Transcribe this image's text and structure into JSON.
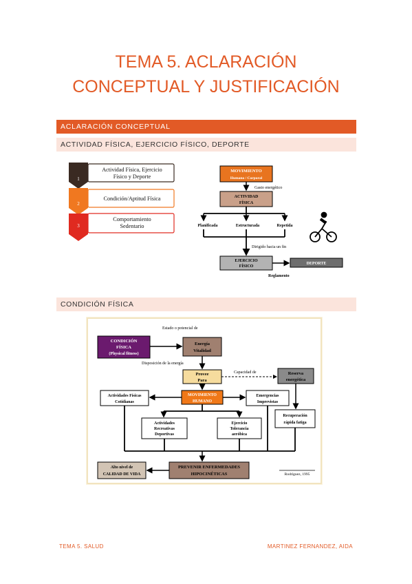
{
  "page": {
    "title_line1": "TEMA 5. ACLARACIÓN",
    "title_line2": "CONCEPTUAL Y JUSTIFICACIÓN",
    "section1": "ACLARACIÓN CONCEPTUAL",
    "section1_sub": "ACTIVIDAD FÍSICA, EJERCICIO FÍSICO, DEPORTE",
    "section2": "CONDICIÓN FÍSICA"
  },
  "fig1": {
    "items": [
      {
        "num": "1",
        "line1": "Actividad Física, Ejercicio",
        "line2": "Físico y Deporte"
      },
      {
        "num": "2",
        "line1": "Condición/Aptitud Física",
        "line2": ""
      },
      {
        "num": "3",
        "line1": "Comportamiento",
        "line2": "Sedentario"
      }
    ],
    "colors": {
      "item1": "#3a2a22",
      "item2": "#f07820",
      "item3": "#e02a20"
    }
  },
  "fig2": {
    "movimiento_1": "MOVIMIENTO",
    "movimiento_2": "Humano / Corporal",
    "gasto": "Gasto energético",
    "actividad_1": "ACTIVIDAD",
    "actividad_2": "FÍSICA",
    "planificada": "Planificada",
    "estructurada": "Estructurada",
    "repetida": "Repetida",
    "dirigido": "Dirigido hacia un fin",
    "ejercicio_1": "EJERCICIO",
    "ejercicio_2": "FÍSICO",
    "deporte": "DEPORTE",
    "reglamento": "Reglamento"
  },
  "fig3": {
    "estado": "Estado o potencial de",
    "condicion_1": "CONDICIÓN",
    "condicion_2": "FÍSICA",
    "condicion_3": "(Physical fitness)",
    "energia_1": "Energía",
    "energia_2": "Vitalidad",
    "disposicion": "Disposición de la energía",
    "provee_1": "Provee",
    "provee_2": "Para",
    "capacidad": "Capacidad de",
    "reserva_1": "Reserva",
    "reserva_2": "energética",
    "act_cot_1": "Actividades Físicas",
    "act_cot_2": "Cotidianas",
    "mov_1": "MOVIMIENTO",
    "mov_2": "HUMANO",
    "emerg_1": "Emergencias",
    "emerg_2": "Imprevistas",
    "recup_1": "Recuperación",
    "recup_2": "rápida fatiga",
    "act_rec_1": "Actividades",
    "act_rec_2": "Recreativas",
    "act_rec_3": "Deportivas",
    "ejer_1": "Ejercicio",
    "ejer_2": "Tolerancia",
    "ejer_3": "aeróbica",
    "alto_1": "Alto nivel de",
    "alto_2": "CALIDAD DE VIDA",
    "prevenir_1": "PREVENIR ENFERMEDADES",
    "prevenir_2": "HIPOCINÉTICAS",
    "cita": "Rodríguez, 1995"
  },
  "footer": {
    "left": "TEMA 5. SALUD",
    "right": "MARTINEZ FERNANDEZ, AIDA"
  }
}
